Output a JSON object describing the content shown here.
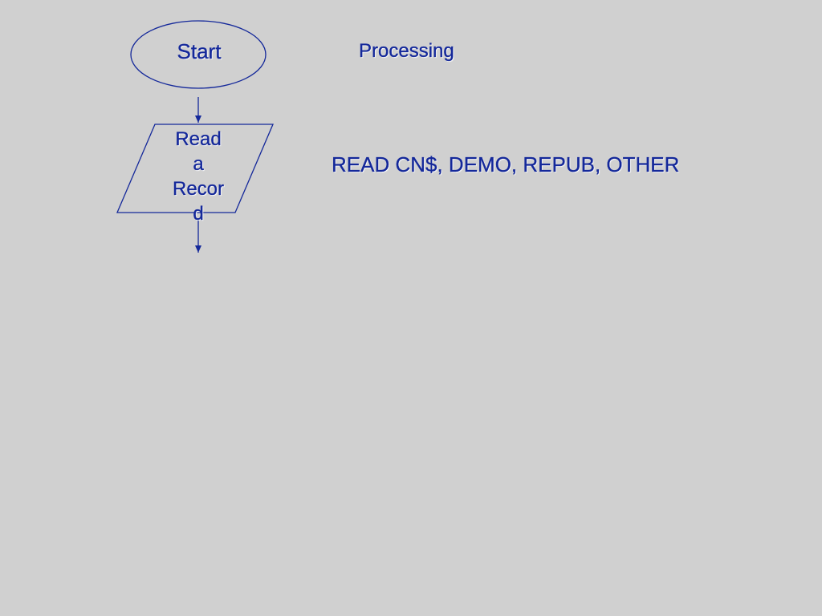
{
  "flowchart": {
    "start": {
      "label": "Start",
      "shape": "ellipse"
    },
    "read_record": {
      "lines": [
        "Read",
        "a",
        "Recor",
        "d"
      ],
      "shape": "parallelogram"
    }
  },
  "heading": "Processing",
  "code_statement": "READ CN$, DEMO, REPUB, OTHER",
  "colors": {
    "background": "#d0d0d0",
    "ink": "#14289a"
  }
}
